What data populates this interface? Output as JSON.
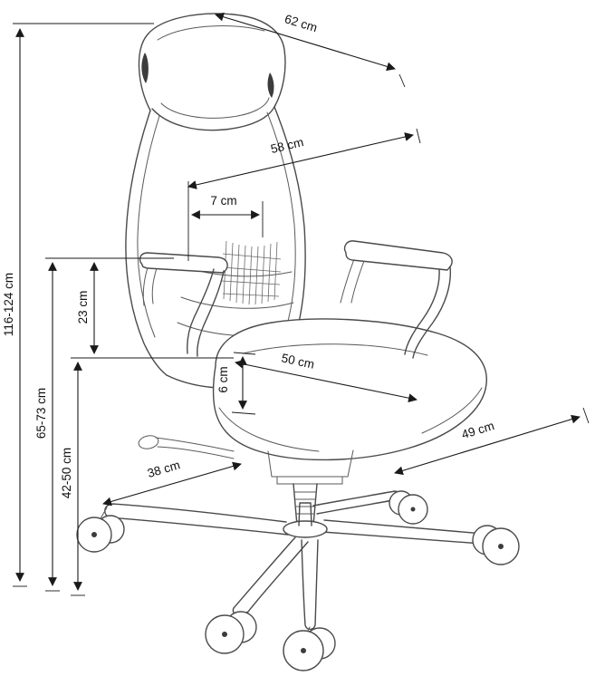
{
  "diagram": {
    "colors": {
      "chair_line": "#4a4a4a",
      "dimension_line": "#1a1a1a",
      "label_text": "#111111",
      "background": "#ffffff"
    },
    "dimensions": {
      "top_width": {
        "label": "62 cm",
        "value": 62
      },
      "backrest_width": {
        "label": "58 cm",
        "value": 58
      },
      "headrest_depth": {
        "label": "7 cm",
        "value": 7
      },
      "armrest_above_seat": {
        "label": "23 cm",
        "value": 23
      },
      "seat_width": {
        "label": "50 cm",
        "value": 50
      },
      "seat_cushion_thickness": {
        "label": "6 cm",
        "value": 6
      },
      "seat_depth": {
        "label": "49 cm",
        "value": 49
      },
      "base_leg_length": {
        "label": "38 cm",
        "value": 38
      },
      "overall_height": {
        "label": "116-124 cm",
        "min": 116,
        "max": 124
      },
      "armrest_height": {
        "label": "65-73 cm",
        "min": 65,
        "max": 73
      },
      "seat_height": {
        "label": "42-50 cm",
        "min": 42,
        "max": 50
      }
    }
  }
}
